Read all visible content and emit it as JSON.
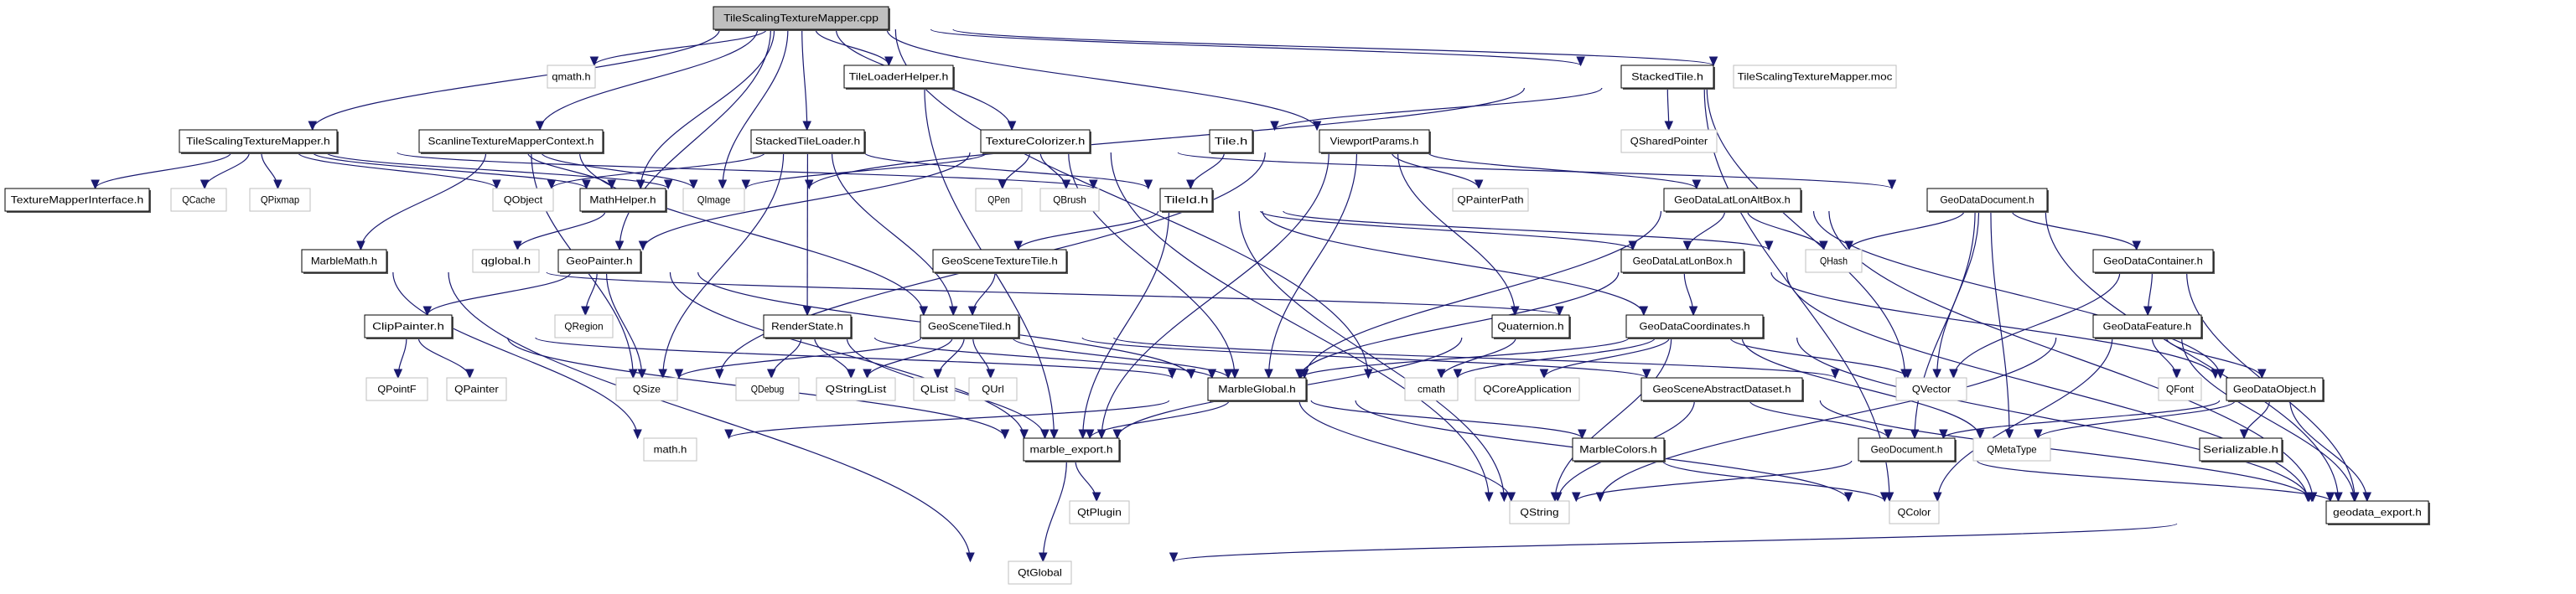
{
  "graph": {
    "title": "TileScalingTextureMapper.cpp include dependency graph",
    "colors": {
      "edge": "#191970",
      "root_fill": "#bfbfbf",
      "local_border": "#000000",
      "system_border": "#bfbfbf"
    },
    "nodes": [
      {
        "id": "cpp",
        "label": "TileScalingTextureMapper.cpp",
        "kind": "root"
      },
      {
        "id": "qmath",
        "label": "qmath.h",
        "kind": "system"
      },
      {
        "id": "TileLoaderHelper",
        "label": "TileLoaderHelper.h",
        "kind": "local"
      },
      {
        "id": "StackedTile",
        "label": "StackedTile.h",
        "kind": "local"
      },
      {
        "id": "moc",
        "label": "TileScalingTextureMapper.moc",
        "kind": "system"
      },
      {
        "id": "TSTM_h",
        "label": "TileScalingTextureMapper.h",
        "kind": "local"
      },
      {
        "id": "Scanline",
        "label": "ScanlineTextureMapperContext.h",
        "kind": "local"
      },
      {
        "id": "StackedTileLoader",
        "label": "StackedTileLoader.h",
        "kind": "local"
      },
      {
        "id": "TextureColorizer",
        "label": "TextureColorizer.h",
        "kind": "local"
      },
      {
        "id": "Tile",
        "label": "Tile.h",
        "kind": "local"
      },
      {
        "id": "ViewportParams",
        "label": "ViewportParams.h",
        "kind": "local"
      },
      {
        "id": "QSharedPointer",
        "label": "QSharedPointer",
        "kind": "system"
      },
      {
        "id": "TMI",
        "label": "TextureMapperInterface.h",
        "kind": "local"
      },
      {
        "id": "QCache",
        "label": "QCache",
        "kind": "system"
      },
      {
        "id": "QPixmap",
        "label": "QPixmap",
        "kind": "system"
      },
      {
        "id": "QObject",
        "label": "QObject",
        "kind": "system"
      },
      {
        "id": "MathHelper",
        "label": "MathHelper.h",
        "kind": "local"
      },
      {
        "id": "QImage",
        "label": "QImage",
        "kind": "system"
      },
      {
        "id": "QPen",
        "label": "QPen",
        "kind": "system"
      },
      {
        "id": "QBrush",
        "label": "QBrush",
        "kind": "system"
      },
      {
        "id": "TileId",
        "label": "TileId.h",
        "kind": "local"
      },
      {
        "id": "QPainterPath",
        "label": "QPainterPath",
        "kind": "system"
      },
      {
        "id": "LatLonAltBox",
        "label": "GeoDataLatLonAltBox.h",
        "kind": "local"
      },
      {
        "id": "GeoDataDocument",
        "label": "GeoDataDocument.h",
        "kind": "local"
      },
      {
        "id": "MarbleMath",
        "label": "MarbleMath.h",
        "kind": "local"
      },
      {
        "id": "qglobal",
        "label": "qglobal.h",
        "kind": "system"
      },
      {
        "id": "GeoPainter",
        "label": "GeoPainter.h",
        "kind": "local"
      },
      {
        "id": "GeoSceneTextureTile",
        "label": "GeoSceneTextureTile.h",
        "kind": "local"
      },
      {
        "id": "LatLonBox",
        "label": "GeoDataLatLonBox.h",
        "kind": "local"
      },
      {
        "id": "QHash",
        "label": "QHash",
        "kind": "system"
      },
      {
        "id": "GeoDataContainer",
        "label": "GeoDataContainer.h",
        "kind": "local"
      },
      {
        "id": "ClipPainter",
        "label": "ClipPainter.h",
        "kind": "local"
      },
      {
        "id": "QRegion",
        "label": "QRegion",
        "kind": "system"
      },
      {
        "id": "RenderState",
        "label": "RenderState.h",
        "kind": "local"
      },
      {
        "id": "GeoSceneTiled",
        "label": "GeoSceneTiled.h",
        "kind": "local"
      },
      {
        "id": "Quaternion",
        "label": "Quaternion.h",
        "kind": "local"
      },
      {
        "id": "GeoDataCoordinates",
        "label": "GeoDataCoordinates.h",
        "kind": "local"
      },
      {
        "id": "GeoDataFeature",
        "label": "GeoDataFeature.h",
        "kind": "local"
      },
      {
        "id": "QPointF",
        "label": "QPointF",
        "kind": "system"
      },
      {
        "id": "QPainter",
        "label": "QPainter",
        "kind": "system"
      },
      {
        "id": "QSize",
        "label": "QSize",
        "kind": "system"
      },
      {
        "id": "QDebug",
        "label": "QDebug",
        "kind": "system"
      },
      {
        "id": "QStringList",
        "label": "QStringList",
        "kind": "system"
      },
      {
        "id": "QList",
        "label": "QList",
        "kind": "system"
      },
      {
        "id": "QUrl",
        "label": "QUrl",
        "kind": "system"
      },
      {
        "id": "MarbleGlobal",
        "label": "MarbleGlobal.h",
        "kind": "local"
      },
      {
        "id": "cmath",
        "label": "cmath",
        "kind": "system"
      },
      {
        "id": "QCoreApplication",
        "label": "QCoreApplication",
        "kind": "system"
      },
      {
        "id": "GeoSceneAbstractDataset",
        "label": "GeoSceneAbstractDataset.h",
        "kind": "local"
      },
      {
        "id": "QVector",
        "label": "QVector",
        "kind": "system"
      },
      {
        "id": "QFont",
        "label": "QFont",
        "kind": "system"
      },
      {
        "id": "GeoDataObject",
        "label": "GeoDataObject.h",
        "kind": "local"
      },
      {
        "id": "math",
        "label": "math.h",
        "kind": "system"
      },
      {
        "id": "marble_export",
        "label": "marble_export.h",
        "kind": "local"
      },
      {
        "id": "MarbleColors",
        "label": "MarbleColors.h",
        "kind": "local"
      },
      {
        "id": "GeoDocument",
        "label": "GeoDocument.h",
        "kind": "local"
      },
      {
        "id": "QMetaType",
        "label": "QMetaType",
        "kind": "system"
      },
      {
        "id": "Serializable",
        "label": "Serializable.h",
        "kind": "local"
      },
      {
        "id": "QtPlugin",
        "label": "QtPlugin",
        "kind": "system"
      },
      {
        "id": "QString",
        "label": "QString",
        "kind": "system"
      },
      {
        "id": "QColor",
        "label": "QColor",
        "kind": "system"
      },
      {
        "id": "geodata_export",
        "label": "geodata_export.h",
        "kind": "local"
      },
      {
        "id": "QtGlobal",
        "label": "QtGlobal",
        "kind": "system"
      }
    ],
    "edges": [
      [
        "cpp",
        "TSTM_h"
      ],
      [
        "cpp",
        "qmath"
      ],
      [
        "cpp",
        "Scanline"
      ],
      [
        "cpp",
        "GeoPainter"
      ],
      [
        "cpp",
        "MathHelper"
      ],
      [
        "cpp",
        "QImage"
      ],
      [
        "cpp",
        "StackedTileLoader"
      ],
      [
        "cpp",
        "TileLoaderHelper"
      ],
      [
        "cpp",
        "TextureColorizer"
      ],
      [
        "cpp",
        "ViewportParams"
      ],
      [
        "cpp",
        "StackedTile"
      ],
      [
        "cpp",
        "moc"
      ],
      [
        "cpp",
        "cmath"
      ],
      [
        "TSTM_h",
        "TMI"
      ],
      [
        "TSTM_h",
        "QCache"
      ],
      [
        "TSTM_h",
        "QPixmap"
      ],
      [
        "TSTM_h",
        "QObject"
      ],
      [
        "TSTM_h",
        "MathHelper"
      ],
      [
        "TSTM_h",
        "QImage"
      ],
      [
        "TSTM_h",
        "TileId"
      ],
      [
        "Scanline",
        "MarbleMath"
      ],
      [
        "Scanline",
        "MathHelper"
      ],
      [
        "Scanline",
        "QImage"
      ],
      [
        "Scanline",
        "GeoSceneTiled"
      ],
      [
        "Scanline",
        "QSize"
      ],
      [
        "StackedTileLoader",
        "QObject"
      ],
      [
        "StackedTileLoader",
        "TileId"
      ],
      [
        "StackedTileLoader",
        "RenderState"
      ],
      [
        "StackedTileLoader",
        "GeoSceneTiled"
      ],
      [
        "StackedTileLoader",
        "QSize"
      ],
      [
        "TileLoaderHelper",
        "marble_export"
      ],
      [
        "TextureColorizer",
        "QImage"
      ],
      [
        "TextureColorizer",
        "GeoPainter"
      ],
      [
        "TextureColorizer",
        "QPen"
      ],
      [
        "TextureColorizer",
        "QBrush"
      ],
      [
        "TextureColorizer",
        "MarbleGlobal"
      ],
      [
        "TextureColorizer",
        "QString"
      ],
      [
        "TextureColorizer",
        "GeoDataDocument"
      ],
      [
        "StackedTile",
        "Tile"
      ],
      [
        "StackedTile",
        "QImage"
      ],
      [
        "StackedTile",
        "QSharedPointer"
      ],
      [
        "StackedTile",
        "QVector"
      ],
      [
        "StackedTile",
        "QColor"
      ],
      [
        "Tile",
        "TileId"
      ],
      [
        "ViewportParams",
        "QSize"
      ],
      [
        "ViewportParams",
        "QPainterPath"
      ],
      [
        "ViewportParams",
        "LatLonAltBox"
      ],
      [
        "ViewportParams",
        "Quaternion"
      ],
      [
        "ViewportParams",
        "MarbleGlobal"
      ],
      [
        "ViewportParams",
        "marble_export"
      ],
      [
        "MathHelper",
        "qglobal"
      ],
      [
        "TileId",
        "GeoSceneTextureTile"
      ],
      [
        "TileId",
        "LatLonBox"
      ],
      [
        "TileId",
        "QHash"
      ],
      [
        "TileId",
        "GeoDataCoordinates"
      ],
      [
        "TileId",
        "marble_export"
      ],
      [
        "TileId",
        "QString"
      ],
      [
        "LatLonAltBox",
        "LatLonBox"
      ],
      [
        "LatLonAltBox",
        "QHash"
      ],
      [
        "LatLonAltBox",
        "MarbleGlobal"
      ],
      [
        "LatLonAltBox",
        "geodata_export"
      ],
      [
        "LatLonAltBox",
        "GeoDataObject"
      ],
      [
        "GeoDataDocument",
        "QHash"
      ],
      [
        "GeoDataDocument",
        "GeoDataContainer"
      ],
      [
        "GeoDataDocument",
        "QVector"
      ],
      [
        "GeoDataDocument",
        "GeoDocument"
      ],
      [
        "GeoDataDocument",
        "QMetaType"
      ],
      [
        "GeoDataDocument",
        "geodata_export"
      ],
      [
        "MarbleMath",
        "GeoDataCoordinates"
      ],
      [
        "MarbleMath",
        "math"
      ],
      [
        "MarbleMath",
        "QtGlobal"
      ],
      [
        "GeoPainter",
        "ClipPainter"
      ],
      [
        "GeoPainter",
        "QRegion"
      ],
      [
        "GeoPainter",
        "QSize"
      ],
      [
        "GeoPainter",
        "MarbleGlobal"
      ],
      [
        "GeoPainter",
        "marble_export"
      ],
      [
        "GeoSceneTextureTile",
        "GeoSceneTiled"
      ],
      [
        "LatLonBox",
        "GeoDataCoordinates"
      ],
      [
        "LatLonBox",
        "MarbleGlobal"
      ],
      [
        "LatLonBox",
        "GeoDataObject"
      ],
      [
        "LatLonBox",
        "geodata_export"
      ],
      [
        "GeoDataContainer",
        "GeoDataFeature"
      ],
      [
        "GeoDataContainer",
        "QVector"
      ],
      [
        "GeoDataContainer",
        "geodata_export"
      ],
      [
        "ClipPainter",
        "QPointF"
      ],
      [
        "ClipPainter",
        "QPainter"
      ],
      [
        "ClipPainter",
        "MarbleGlobal"
      ],
      [
        "ClipPainter",
        "marble_export"
      ],
      [
        "RenderState",
        "QDebug"
      ],
      [
        "RenderState",
        "QStringList"
      ],
      [
        "RenderState",
        "MarbleGlobal"
      ],
      [
        "RenderState",
        "marble_export"
      ],
      [
        "GeoSceneTiled",
        "QSize"
      ],
      [
        "GeoSceneTiled",
        "QStringList"
      ],
      [
        "GeoSceneTiled",
        "QList"
      ],
      [
        "GeoSceneTiled",
        "QUrl"
      ],
      [
        "GeoSceneTiled",
        "MarbleGlobal"
      ],
      [
        "GeoSceneTiled",
        "GeoSceneAbstractDataset"
      ],
      [
        "GeoSceneTiled",
        "QVector"
      ],
      [
        "Quaternion",
        "cmath"
      ],
      [
        "Quaternion",
        "marble_export"
      ],
      [
        "GeoDataCoordinates",
        "MarbleGlobal"
      ],
      [
        "GeoDataCoordinates",
        "cmath"
      ],
      [
        "GeoDataCoordinates",
        "QCoreApplication"
      ],
      [
        "GeoDataCoordinates",
        "QVector"
      ],
      [
        "GeoDataCoordinates",
        "QMetaType"
      ],
      [
        "GeoDataCoordinates",
        "QString"
      ],
      [
        "GeoDataCoordinates",
        "geodata_export"
      ],
      [
        "GeoDataFeature",
        "QFont"
      ],
      [
        "GeoDataFeature",
        "GeoDataObject"
      ],
      [
        "GeoDataFeature",
        "QColor"
      ],
      [
        "GeoDataFeature",
        "QString"
      ],
      [
        "GeoDataFeature",
        "geodata_export"
      ],
      [
        "MarbleGlobal",
        "math"
      ],
      [
        "MarbleGlobal",
        "marble_export"
      ],
      [
        "MarbleGlobal",
        "MarbleColors"
      ],
      [
        "MarbleGlobal",
        "QString"
      ],
      [
        "MarbleGlobal",
        "QColor"
      ],
      [
        "GeoSceneAbstractDataset",
        "GeoDocument"
      ],
      [
        "GeoSceneAbstractDataset",
        "QString"
      ],
      [
        "GeoSceneAbstractDataset",
        "geodata_export"
      ],
      [
        "GeoDataObject",
        "GeoDocument"
      ],
      [
        "GeoDataObject",
        "QMetaType"
      ],
      [
        "GeoDataObject",
        "Serializable"
      ],
      [
        "GeoDataObject",
        "geodata_export"
      ],
      [
        "marble_export",
        "QtPlugin"
      ],
      [
        "marble_export",
        "QtGlobal"
      ],
      [
        "MarbleColors",
        "QColor"
      ],
      [
        "GeoDocument",
        "QString"
      ],
      [
        "GeoDocument",
        "geodata_export"
      ],
      [
        "geodata_export",
        "QtGlobal"
      ]
    ]
  }
}
